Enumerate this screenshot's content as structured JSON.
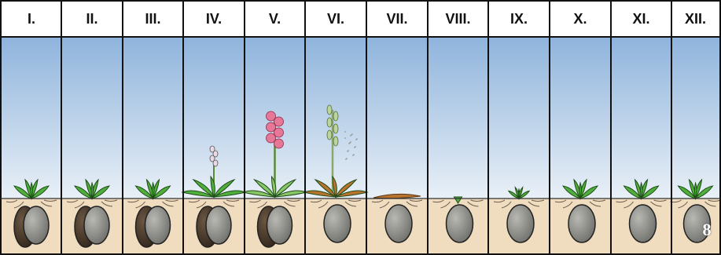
{
  "months": [
    "I.",
    "II.",
    "III.",
    "IV.",
    "V.",
    "VI.",
    "VII.",
    "VIII.",
    "IX.",
    "X.",
    "XI.",
    "XII."
  ],
  "page_number": "8",
  "colors": {
    "sky_top": "#8fb4dc",
    "sky_bottom": "#e9f0f7",
    "soil": "#f0dcbf",
    "tuber": "#8a8a86",
    "old_tuber": "#4a3a2c",
    "leaf": "#4fae3c",
    "flower": "#e77796",
    "withered": "#b8732e",
    "grid": "#111111"
  },
  "stages": [
    {
      "month": "I.",
      "leaves": "rosette",
      "tubers": [
        "new",
        "old"
      ],
      "stem": "none"
    },
    {
      "month": "II.",
      "leaves": "rosette",
      "tubers": [
        "new",
        "old"
      ],
      "stem": "none"
    },
    {
      "month": "III.",
      "leaves": "rosette",
      "tubers": [
        "new",
        "old"
      ],
      "stem": "none"
    },
    {
      "month": "IV.",
      "leaves": "large-rosette",
      "tubers": [
        "new",
        "old"
      ],
      "stem": "bud"
    },
    {
      "month": "V.",
      "leaves": "large-rosette",
      "tubers": [
        "new",
        "old"
      ],
      "stem": "flowering"
    },
    {
      "month": "VI.",
      "leaves": "withering",
      "tubers": [
        "new"
      ],
      "stem": "seeding"
    },
    {
      "month": "VII.",
      "leaves": "dead",
      "tubers": [
        "new"
      ],
      "stem": "none"
    },
    {
      "month": "VIII.",
      "leaves": "sprout",
      "tubers": [
        "new"
      ],
      "stem": "none"
    },
    {
      "month": "IX.",
      "leaves": "small",
      "tubers": [
        "new"
      ],
      "stem": "none"
    },
    {
      "month": "X.",
      "leaves": "rosette",
      "tubers": [
        "new"
      ],
      "stem": "none"
    },
    {
      "month": "XI.",
      "leaves": "rosette",
      "tubers": [
        "new"
      ],
      "stem": "none"
    },
    {
      "month": "XII.",
      "leaves": "rosette",
      "tubers": [
        "new"
      ],
      "stem": "none"
    }
  ]
}
